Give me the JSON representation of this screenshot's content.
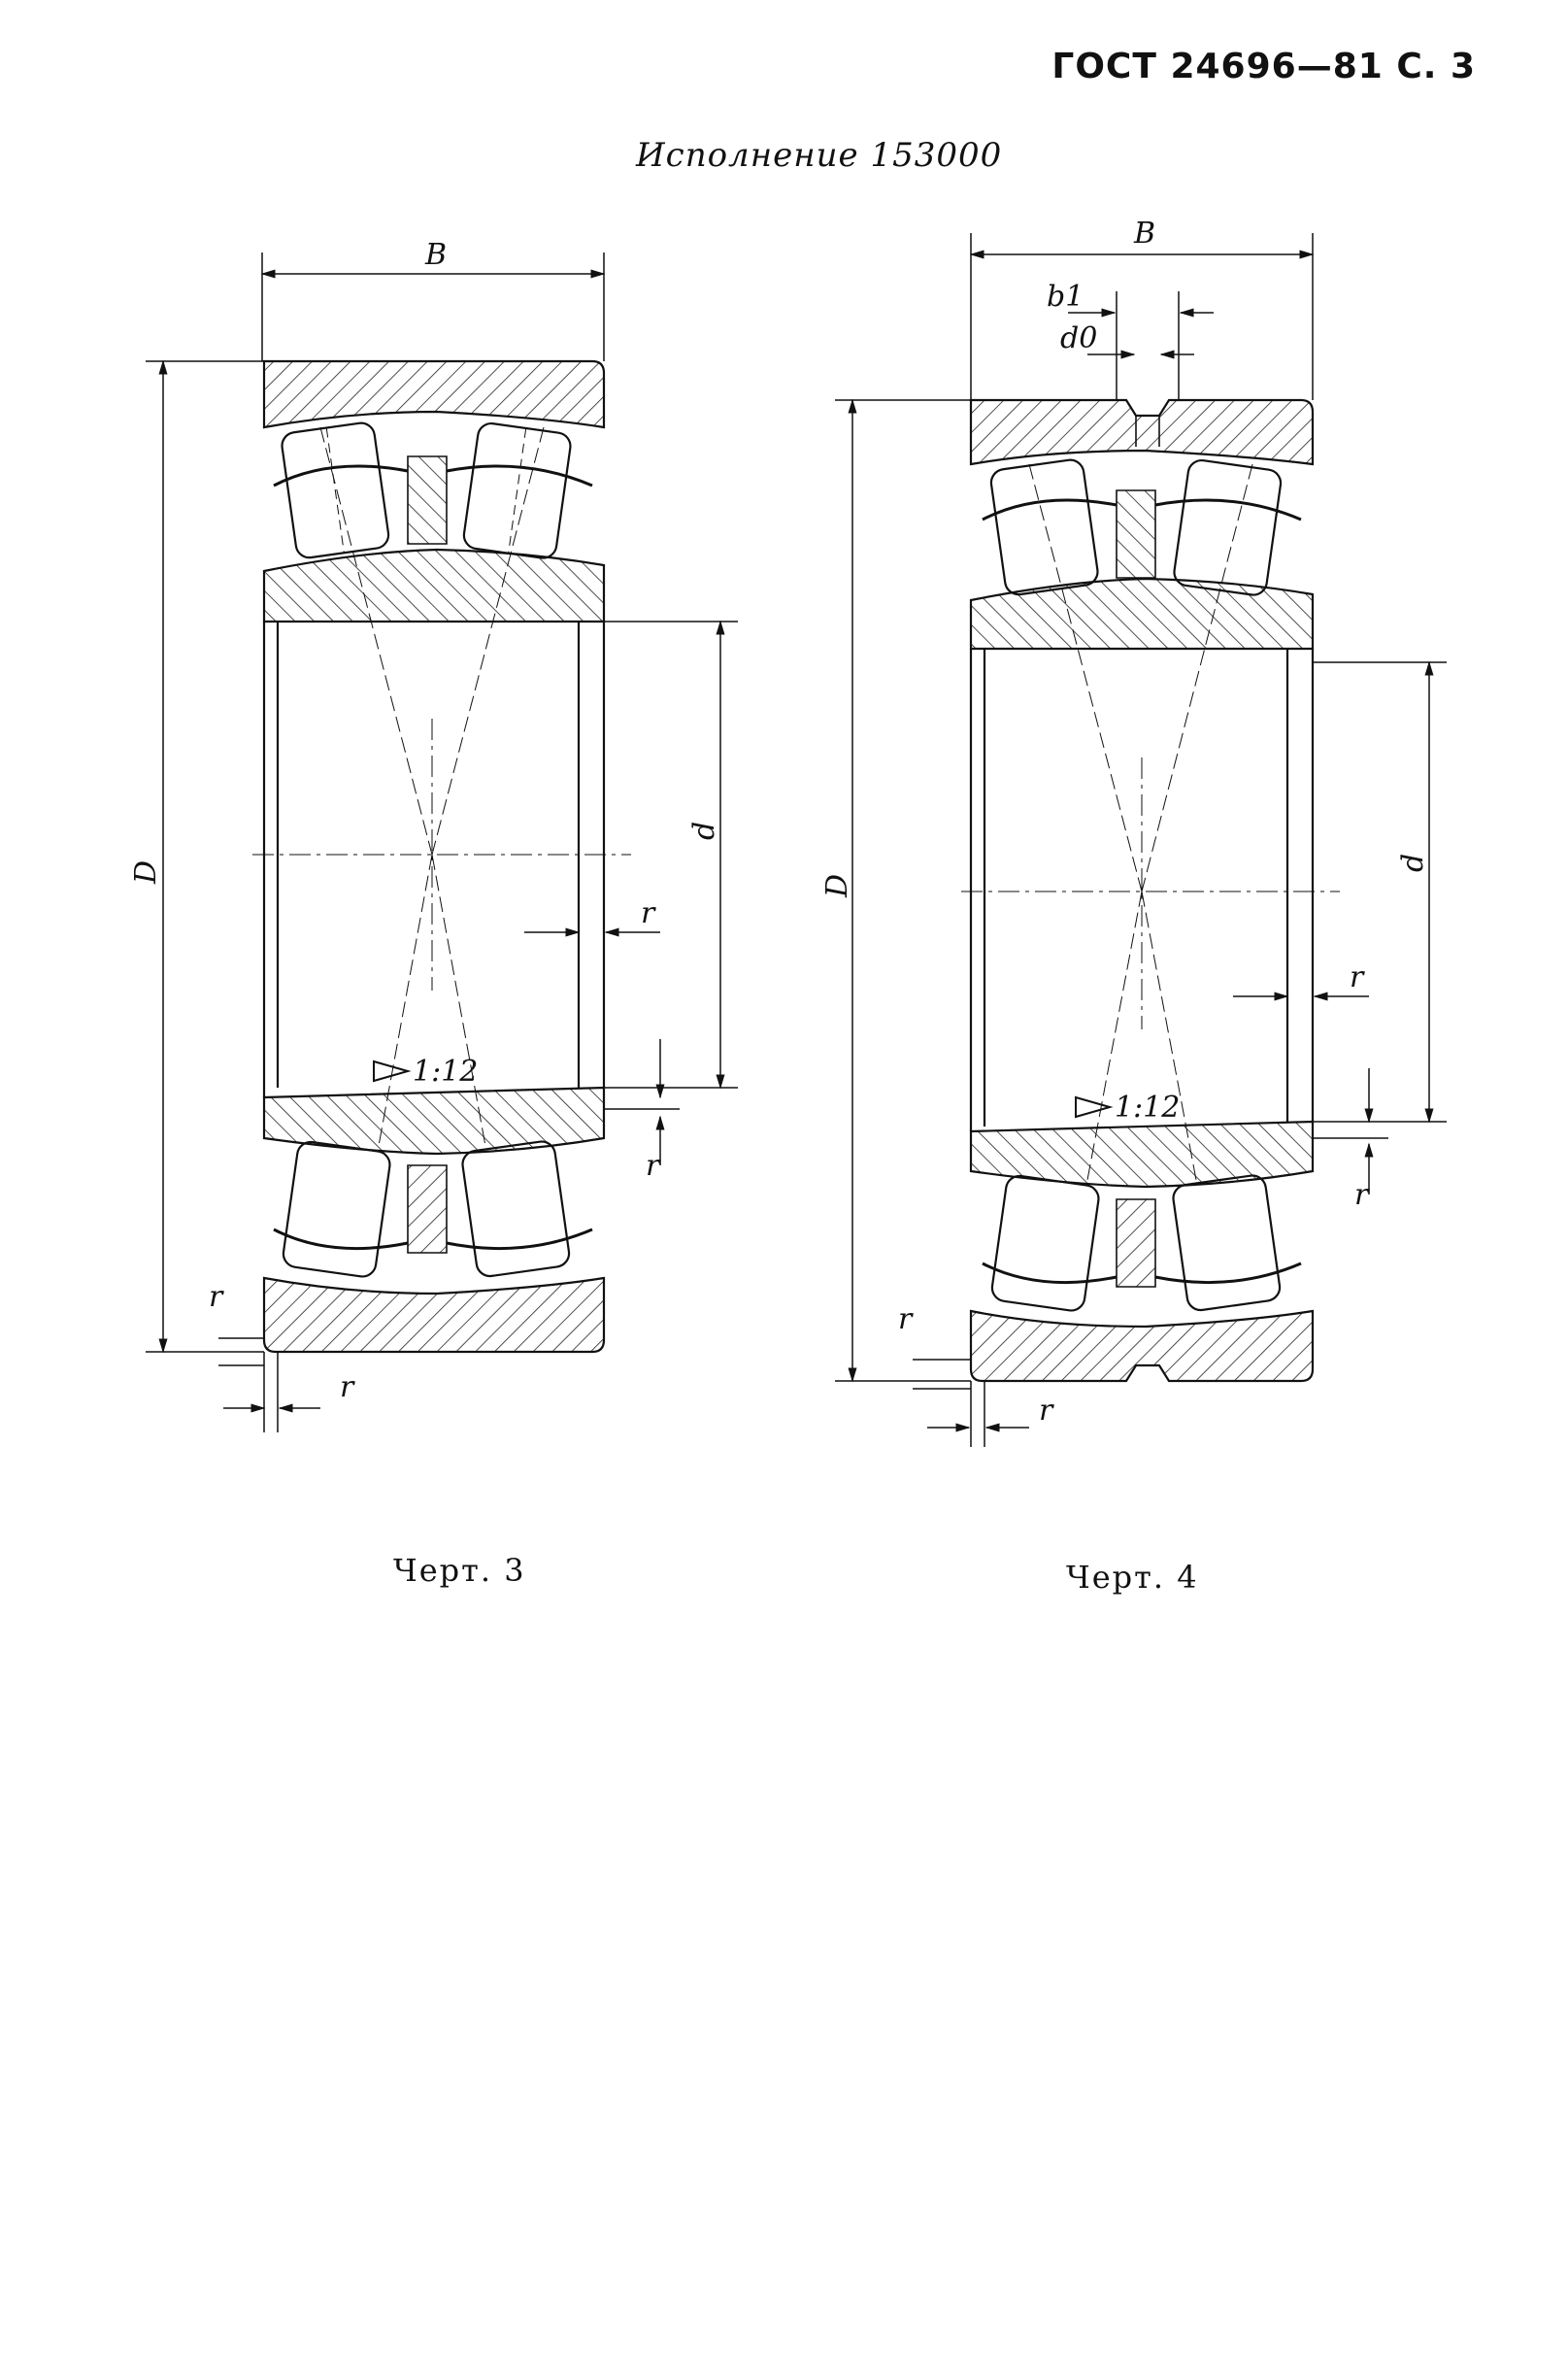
{
  "header": {
    "standard": "ГОСТ 24696—81 С. 3"
  },
  "section": {
    "title": "Исполнение 153000"
  },
  "figure3": {
    "caption": "Черт. 3",
    "labels": {
      "width": "B",
      "outer": "D",
      "bore": "d",
      "taper": "1:12",
      "r": "r"
    }
  },
  "figure4": {
    "caption": "Черт. 4",
    "labels": {
      "width": "B",
      "groove_width": "b1",
      "hole_diameter": "d0",
      "outer": "D",
      "bore": "d",
      "taper": "1:12",
      "r": "r"
    }
  }
}
